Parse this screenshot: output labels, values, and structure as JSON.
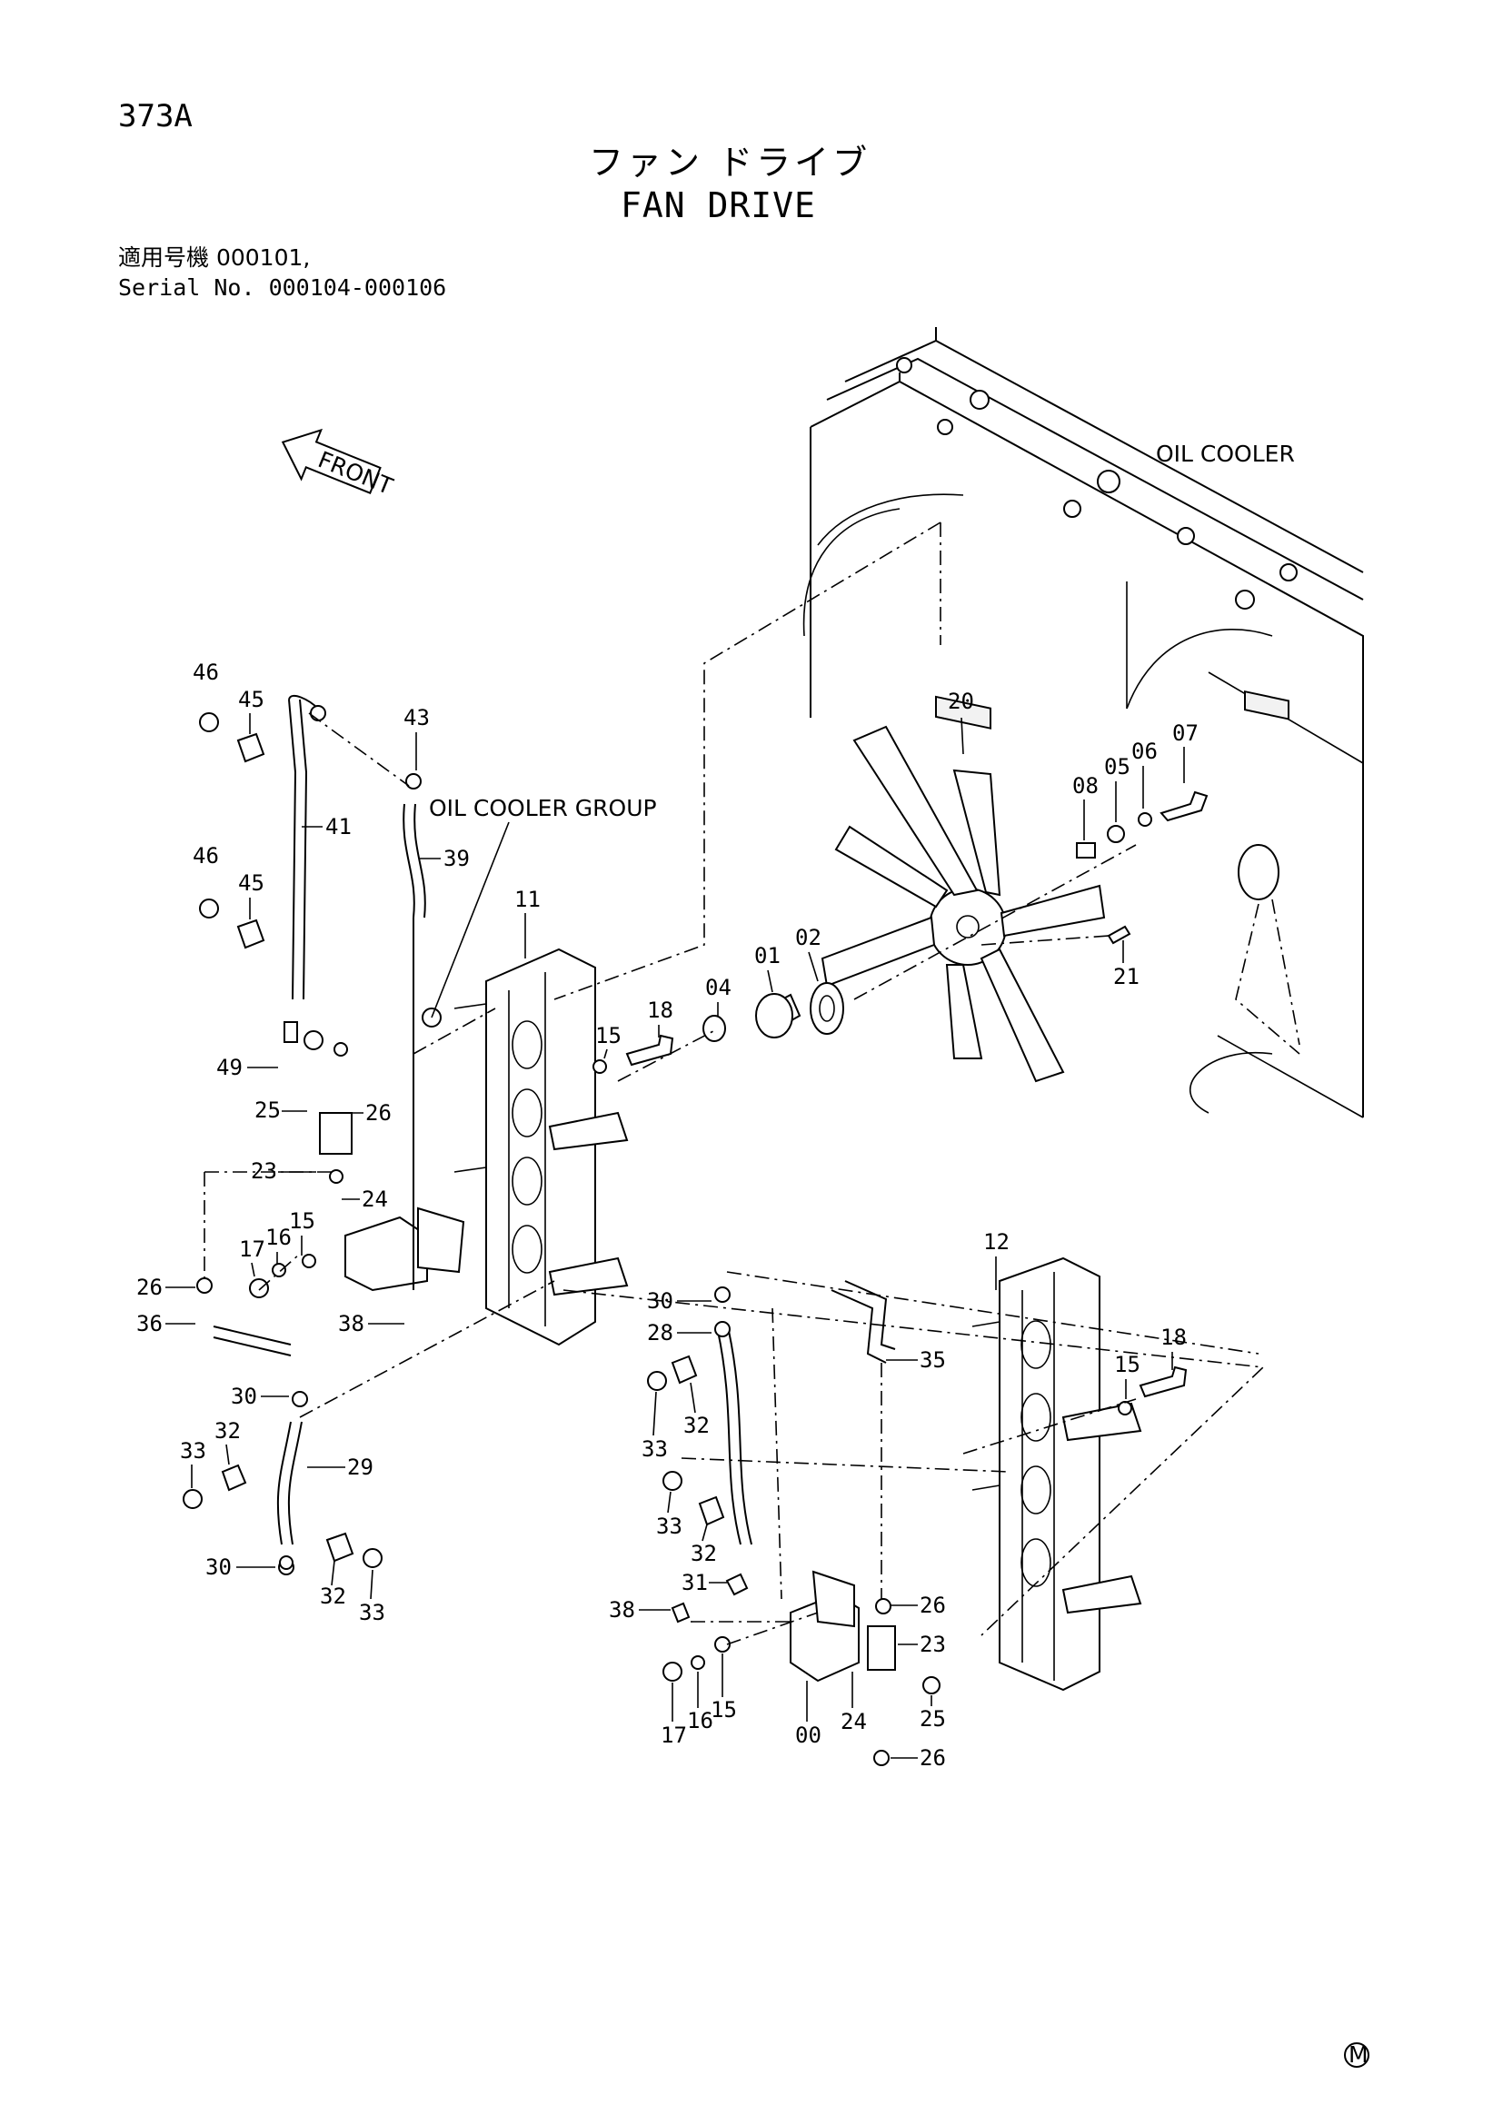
{
  "page": {
    "number": "373A"
  },
  "title": {
    "japanese": "ファン ドライブ",
    "english": "FAN DRIVE"
  },
  "applicability": {
    "japanese": "適用号機 000101,",
    "english": "Serial No. 000104-000106"
  },
  "labels": {
    "front": "FRONT",
    "oil_cooler": "OIL COOLER",
    "oil_cooler_group": "OIL COOLER GROUP",
    "mark": "M"
  },
  "callouts": {
    "c46a": "46",
    "c45a": "45",
    "c43": "43",
    "c41": "41",
    "c39": "39",
    "c46b": "46",
    "c45b": "45",
    "c11": "11",
    "c20": "20",
    "c07": "07",
    "c06": "06",
    "c05": "05",
    "c08": "08",
    "c02": "02",
    "c01": "01",
    "c04": "04",
    "c18a": "18",
    "c15a": "15",
    "c21": "21",
    "c49": "49",
    "c25a": "25",
    "c26a": "26",
    "c23a": "23",
    "c24a": "24",
    "c15b": "15",
    "c16a": "16",
    "c17a": "17",
    "c26b": "26",
    "c38a": "38",
    "c36": "36",
    "c30a": "30",
    "c32a": "32",
    "c33a": "33",
    "c29": "29",
    "c30b": "30",
    "c32b": "32",
    "c33b": "33",
    "c12": "12",
    "c30c": "30",
    "c28": "28",
    "c35": "35",
    "c33c": "33",
    "c32c": "32",
    "c18b": "18",
    "c15c": "15",
    "c33d": "33",
    "c32d": "32",
    "c31": "31",
    "c38b": "38",
    "c26c": "26",
    "c23b": "23",
    "c15d": "15",
    "c16b": "16",
    "c17b": "17",
    "c00": "00",
    "c24b": "24",
    "c25b": "25",
    "c26d": "26"
  }
}
